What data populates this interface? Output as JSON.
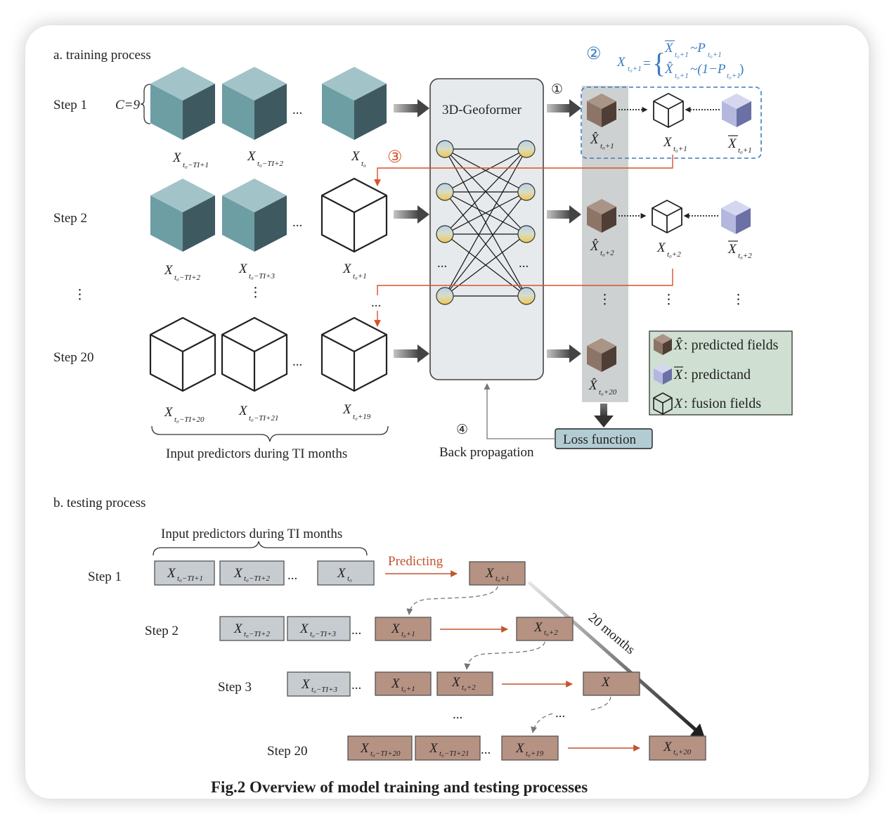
{
  "training": {
    "section_label": "a. training process",
    "step_labels": [
      "Step 1",
      "Step 2",
      "Step 20"
    ],
    "vdots": "⋮",
    "channel_label": "C=9",
    "model_name": "3D-Geoformer",
    "ellipsis": "...",
    "markers": {
      "m1": "①",
      "m2": "②",
      "m3": "③",
      "m4": "④"
    },
    "loss_function": "Loss function",
    "back_propagation": "Back propagation",
    "input_brace_label": "Input predictors during TI months",
    "legend": {
      "predicted": ": predicted fields",
      "predictand": ": predictand",
      "fusion": ": fusion fields"
    },
    "formula": {
      "line1": "~P",
      "line2": "~(1−P",
      "close": ")",
      "lhs": "X",
      "eq": "="
    },
    "subs": {
      "tm_ti1": "t₀−TI+1",
      "tm_ti2": "t₀−TI+2",
      "t0": "t₀",
      "tm_ti3": "t₀−TI+3",
      "tp1": "t₀+1",
      "tp2": "t₀+2",
      "tm_ti20": "t₀−TI+20",
      "tm_ti21": "t₀−TI+21",
      "tp19": "t₀+19",
      "tp20": "t₀+20"
    }
  },
  "testing": {
    "section_label": "b. testing process",
    "input_brace_label": "Input predictors during TI months",
    "predicting": "Predicting",
    "months_label": "20 months",
    "step_labels": [
      "Step 1",
      "Step 2",
      "Step 3",
      "Step 20"
    ],
    "ellipsis": "..."
  },
  "caption": "Fig.2 Overview of model training and testing processes",
  "colors": {
    "teal_front": "#6c9ea3",
    "teal_top": "#a2c4c8",
    "teal_side": "#3e5a60",
    "brown_front": "#8c7466",
    "brown_top": "#a99486",
    "brown_side": "#4f3e36",
    "lav_front": "#b4b8de",
    "lav_top": "#d5d7ef",
    "lav_side": "#6b70a5",
    "accent_red": "#d9512c",
    "accent_blue": "#3b7cc0",
    "box_gray": "#c7ccd0",
    "box_brown": "#b69283",
    "legend_bg": "#cfe0d2",
    "loss_bg": "#b3ccd4"
  }
}
